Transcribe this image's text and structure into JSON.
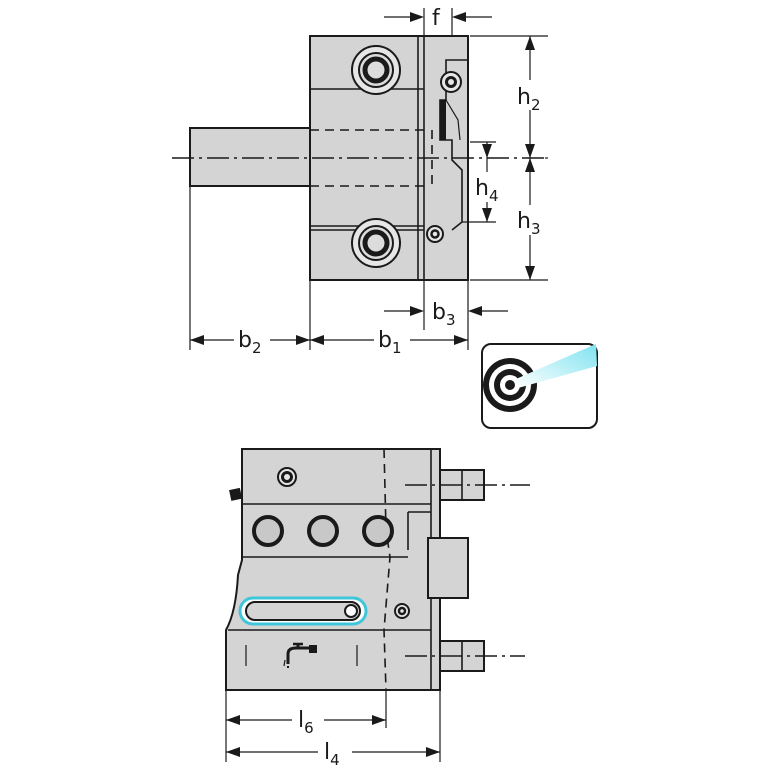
{
  "dimensions": {
    "f": {
      "base": "f",
      "index": ""
    },
    "h2": {
      "base": "h",
      "index": "2"
    },
    "h4": {
      "base": "h",
      "index": "4"
    },
    "h3": {
      "base": "h",
      "index": "3"
    },
    "b3": {
      "base": "b",
      "index": "3"
    },
    "b2": {
      "base": "b",
      "index": "2"
    },
    "b1": {
      "base": "b",
      "index": "1"
    },
    "l6": {
      "base": "l",
      "index": "6"
    },
    "l4": {
      "base": "l",
      "index": "4"
    }
  },
  "icons": {
    "coolant_badge": "internal-coolant-target-icon",
    "coolant_tap": "coolant-tap-icon"
  },
  "colors": {
    "body": "#d4d4d4",
    "outline": "#1a1a1a",
    "coolant_beam": "#7fe3f0",
    "slot_highlight": "#3fc6d8"
  }
}
